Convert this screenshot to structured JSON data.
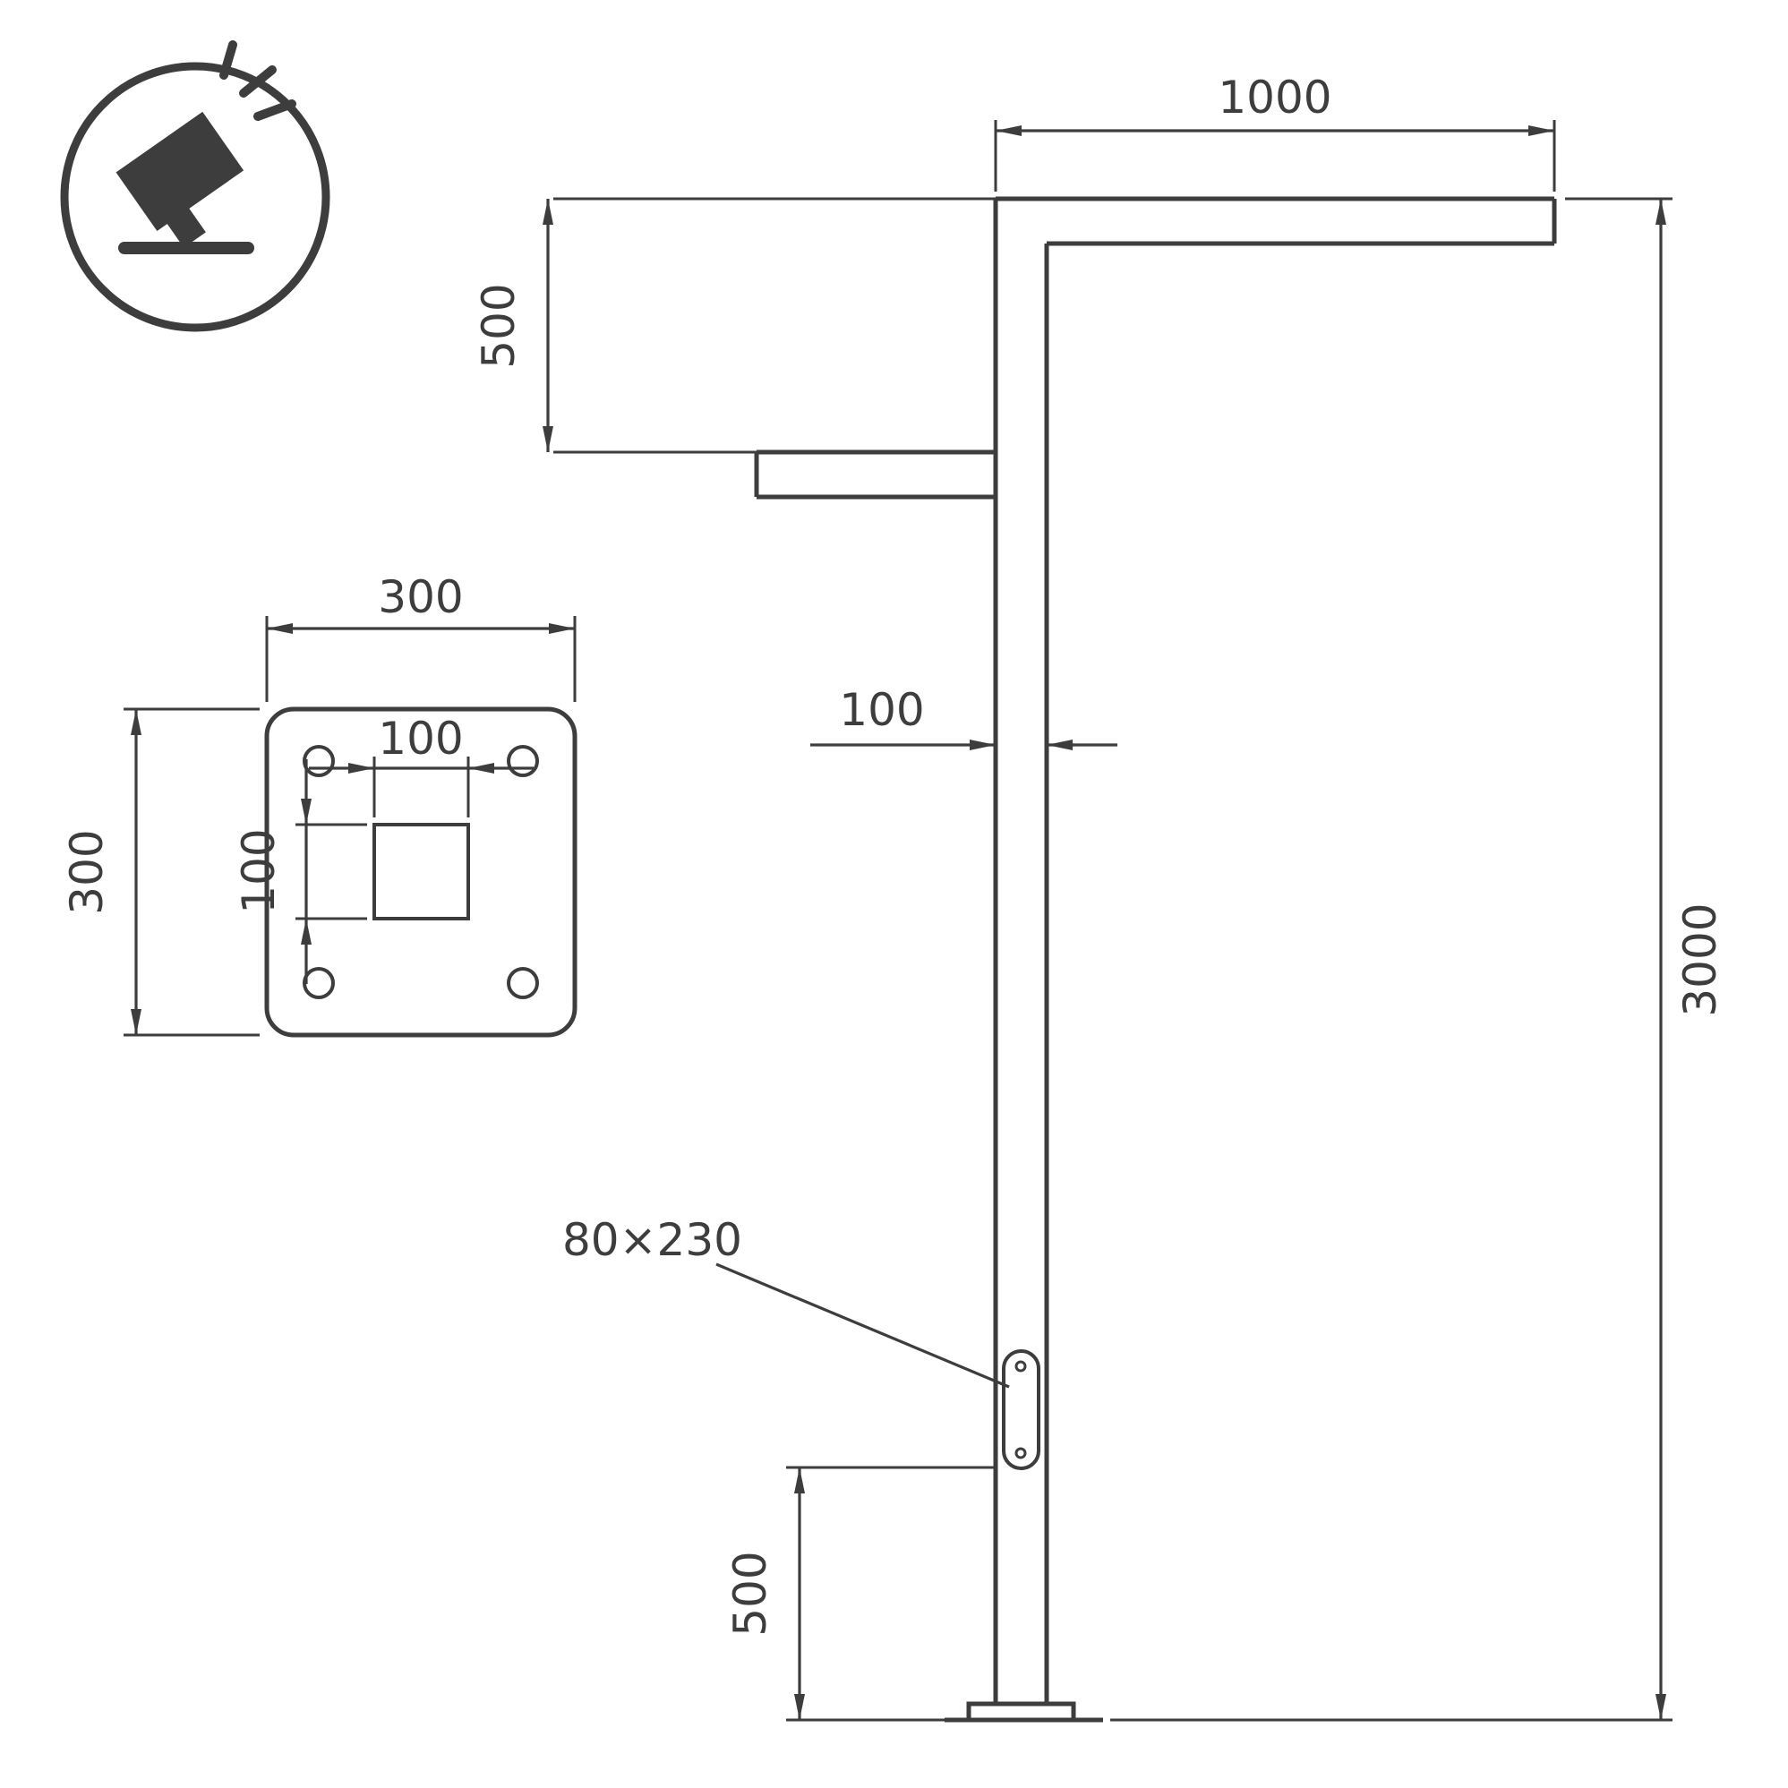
{
  "colors": {
    "line": "#3d3d3d",
    "background": "#ffffff"
  },
  "icon": {
    "name": "floodlight-icon"
  },
  "labels": {
    "arm_length": "1000",
    "arm_vertical_offset": "500",
    "pole_width": "100",
    "pole_height": "3000",
    "access_door_size": "80×230",
    "access_door_height_from_base": "500",
    "plate_width": "300",
    "plate_height": "300",
    "plate_hole_width": "100",
    "plate_hole_height": "100"
  }
}
